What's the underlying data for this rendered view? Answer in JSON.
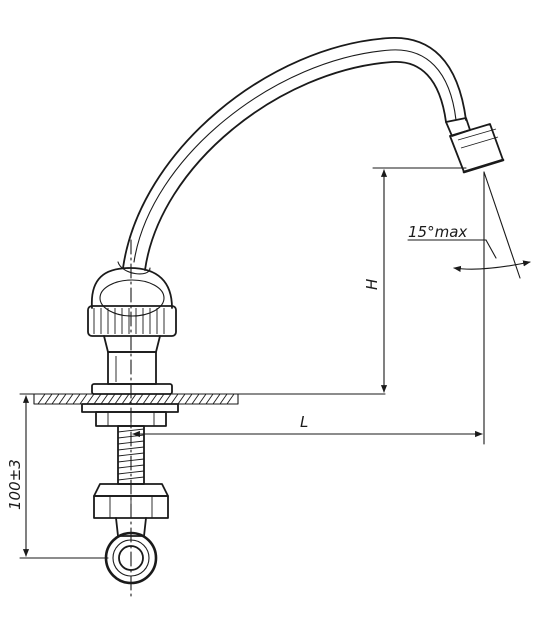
{
  "drawing": {
    "labels": {
      "height": "H",
      "length": "L",
      "angle": "15°max",
      "stem_length": "100±3"
    },
    "ink_color": "#1a1a1a",
    "background_color": "#ffffff"
  }
}
